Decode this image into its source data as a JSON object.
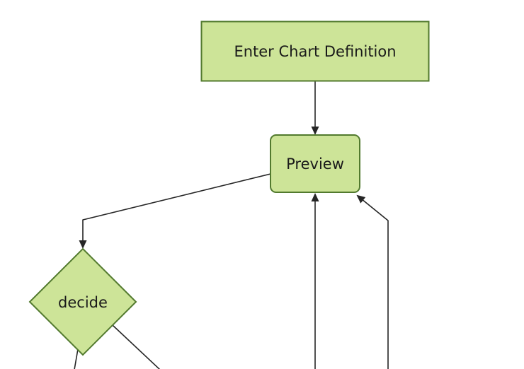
{
  "diagram": {
    "type": "flowchart",
    "direction": "top-down",
    "nodes": [
      {
        "id": "enter-chart-definition",
        "label": "Enter Chart Definition",
        "shape": "rectangle"
      },
      {
        "id": "preview",
        "label": "Preview",
        "shape": "rounded-rectangle"
      },
      {
        "id": "decide",
        "label": "decide",
        "shape": "diamond"
      }
    ],
    "edges": [
      {
        "from": "enter-chart-definition",
        "to": "preview",
        "arrowhead": true
      },
      {
        "from": "preview",
        "to": "decide",
        "arrowhead": true
      },
      {
        "from": "offscreen-bottom",
        "to": "preview",
        "arrowhead": true
      },
      {
        "from": "offscreen-bottom-right",
        "to": "preview",
        "arrowhead": true
      },
      {
        "from": "decide",
        "to": "offscreen-bottom-left",
        "arrowhead": false
      },
      {
        "from": "decide",
        "to": "offscreen-bottom-right",
        "arrowhead": false
      }
    ],
    "colors": {
      "background": "#ffffff",
      "node_fill": "#cde498",
      "node_border": "#527a2e",
      "edge_line": "#262626",
      "text": "#1a1a1a"
    }
  }
}
